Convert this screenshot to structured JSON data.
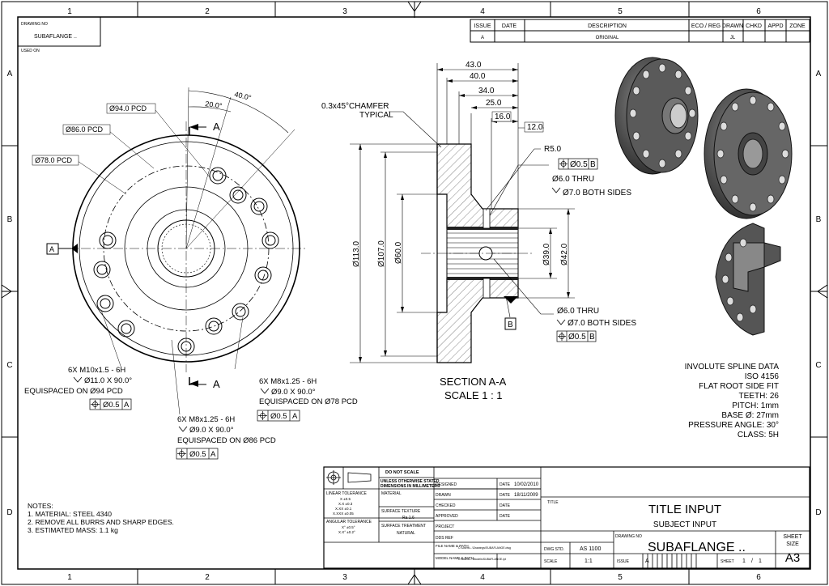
{
  "border": {
    "zones_x": [
      "1",
      "2",
      "3",
      "4",
      "5",
      "6"
    ],
    "zones_y": [
      "A",
      "B",
      "C",
      "D"
    ]
  },
  "drawing_no_box": {
    "label": "DRAWING NO",
    "value": "SUBAFLANGE ..",
    "used_on_label": "USED ON"
  },
  "revision_table": {
    "headers": [
      "ISSUE",
      "DATE",
      "DESCRIPTION",
      "ECO./ REG",
      "DRAWN",
      "CHKD",
      "APPD",
      "ZONE"
    ],
    "row": {
      "issue": "A",
      "date": "",
      "description": "ORIGINAL",
      "eco": "",
      "drawn": "JL",
      "chkd": "",
      "appd": "",
      "zone": ""
    }
  },
  "front_view": {
    "angle_40": "40.0°",
    "angle_20": "20.0°",
    "pcd_94": "Ø94.0 PCD",
    "pcd_86": "Ø86.0 PCD",
    "pcd_78": "Ø78.0 PCD",
    "section_letter": "A",
    "datum": "A"
  },
  "hole_notes": {
    "m10": {
      "line1": "6X  M10x1.5 - 6H",
      "line2": "Ø11.0 X 90.0°",
      "line3": "EQUISPACED ON Ø94 PCD",
      "fcf_tol": "Ø0.5",
      "fcf_datum": "A"
    },
    "m8_78": {
      "line1": "6X  M8x1.25 - 6H",
      "line2": "Ø9.0 X 90.0°",
      "line3": "EQUISPACED ON Ø78 PCD",
      "fcf_tol": "Ø0.5",
      "fcf_datum": "A"
    },
    "m8_86": {
      "line1": "6X  M8x1.25 - 6H",
      "line2": "Ø9.0 X 90.0°",
      "line3": "EQUISPACED ON Ø86 PCD",
      "fcf_tol": "Ø0.5",
      "fcf_datum": "A"
    }
  },
  "section_view": {
    "dims": {
      "d43": "43.0",
      "d40": "40.0",
      "d34": "34.0",
      "d25": "25.0",
      "d16": "16.0",
      "d12": "12.0"
    },
    "chamfer": {
      "line1": "0.3x45°CHAMFER",
      "line2": "TYPICAL"
    },
    "r5": "R5.0",
    "fcf_top": {
      "tol": "Ø0.5",
      "datum": "B"
    },
    "thru_top": {
      "line1": "Ø6.0 THRU",
      "line2": "Ø7.0 BOTH SIDES"
    },
    "thru_bottom": {
      "line1": "Ø6.0 THRU",
      "line2": "Ø7.0 BOTH SIDES"
    },
    "fcf_bottom": {
      "tol": "Ø0.5",
      "datum": "B"
    },
    "datum_b": "B",
    "dia_113": "Ø113.0",
    "dia_107": "Ø107.0",
    "dia_60": "Ø60.0",
    "dia_39": "Ø39.0",
    "dia_42": "Ø42.0",
    "title": "SECTION A-A",
    "scale": "SCALE 1 : 1"
  },
  "spline_data": {
    "l1": "INVOLUTE SPLINE DATA",
    "l2": "ISO 4156",
    "l3": "FLAT ROOT SIDE FIT",
    "l4": "TEETH: 26",
    "l5": "PITCH: 1mm",
    "l6": "BASE Ø: 27mm",
    "l7": "PRESSURE ANGLE: 30°",
    "l8": "CLASS: 5H"
  },
  "notes": {
    "title": "NOTES:",
    "n1": "1. MATERIAL: STEEL 4340",
    "n2": "2. REMOVE ALL BURRS AND SHARP EDGES.",
    "n3": "3. ESTIMATED MASS: 1.1 kg"
  },
  "title_block": {
    "do_not_scale": "DO NOT SCALE",
    "units_line1": "UNLESS OTHERWISE STATED",
    "units_line2": "DIMENSIONS IN MILLIMETERS",
    "linear_tol_label": "LINEAR TOLERANCE",
    "linear_tol_values": [
      "X  ±0.5",
      "X.X  ±0.3",
      "X.XX  ±0.1",
      "X.XXX  ±0.05"
    ],
    "angular_tol_label": "ANGULAR TOLERANCE",
    "angular_tol_values": [
      "X°  ±0.5°",
      "X.X°  ±0.2°"
    ],
    "material_label": "MATERIAL",
    "surface_texture_label": "SURFACE TEXTURE",
    "surface_texture_value": "Ra 1.6",
    "surface_treatment_label": "SURFACE TREATMENT",
    "surface_treatment_value": "NATURAL",
    "designed_label": "DESIGNED",
    "drawn_label": "DRAWN",
    "checked_label": "CHECKED",
    "approved_label": "APPROVED",
    "project_label": "PROJECT",
    "dds_ref_label": "DDS REF",
    "file_name_label": "FILE NAME & PATH",
    "file_name_value": "C:\\Users\\...\\Drawings\\SUBAFLANGE.dwg",
    "model_name_label": "MODEL NAME & PATH",
    "model_name_value": "C:\\Users\\...\\Models\\SUBAFLANGE.ipt",
    "date_label": "DATE",
    "date_designed": "10/02/2010",
    "date_drawn": "18/11/2009",
    "title_label": "TITLE",
    "title": "TITLE INPUT",
    "subject": "SUBJECT INPUT",
    "dwg_std_label": "DWG STD.",
    "dwg_std_value": "AS 1100",
    "drawing_no_label": "DRAWING NO",
    "drawing_no_value": "SUBAFLANGE ..",
    "scale_label": "SCALE",
    "scale_value": "1:1",
    "issue_label": "ISSUE",
    "issue_value": "A",
    "sheet_label": "SHEET",
    "sheet_value": "1",
    "sheet_of": "1",
    "sheet_size_label1": "SHEET",
    "sheet_size_label2": "SIZE",
    "sheet_size_value": "A3"
  }
}
